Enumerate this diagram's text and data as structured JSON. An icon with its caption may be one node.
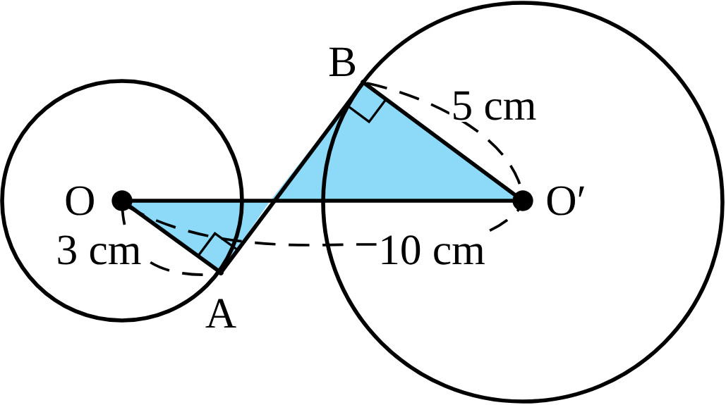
{
  "diagram": {
    "nodes": [
      {
        "text": [
          "O"
        ]
      },
      {
        "text": [
          "O′"
        ]
      },
      {
        "text": [
          "A"
        ]
      },
      {
        "text": [
          "B"
        ]
      }
    ],
    "edges": [
      {
        "from": 0,
        "to": 2,
        "arrow": "none"
      },
      {
        "from": 2,
        "to": 3,
        "arrow": "none"
      },
      {
        "from": 3,
        "to": 1,
        "arrow": "none"
      },
      {
        "from": 0,
        "to": 1,
        "arrow": "none"
      }
    ],
    "labels": [
      "5 cm",
      "3 cm",
      "10 cm"
    ]
  }
}
